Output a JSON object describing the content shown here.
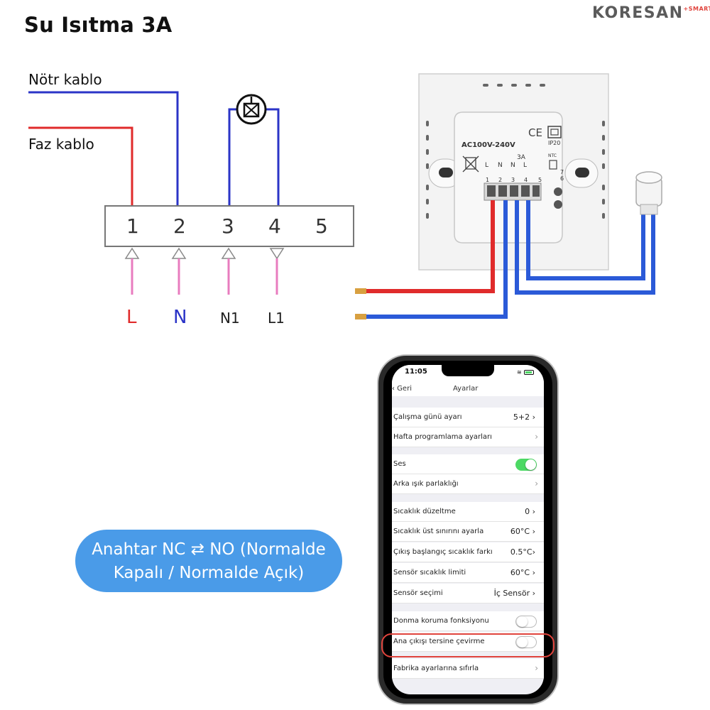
{
  "title": "Su Isıtma 3A",
  "brand": {
    "name": "KORESAN",
    "suffix": "+SMART"
  },
  "wires": {
    "neutral_label": "Nötr kablo",
    "phase_label": "Faz kablo"
  },
  "terminals": [
    "1",
    "2",
    "3",
    "4",
    "5"
  ],
  "terminal_letters": [
    "L",
    "N",
    "N1",
    "L1"
  ],
  "device": {
    "voltage": "AC100V-240V",
    "ampere": "3A",
    "ntc": "NTC",
    "ip": "IP20",
    "pin_letters": [
      "L",
      "N",
      "N",
      "L"
    ],
    "pin_numbers": [
      "1",
      "2",
      "3",
      "4",
      "5"
    ],
    "side_numbers": [
      "7",
      "6"
    ]
  },
  "phone": {
    "time": "11:05",
    "back_label": "‹ Geri",
    "screen_title": "Ayarlar",
    "rows": [
      {
        "label": "Çalışma günü ayarı",
        "value": "5+2 ›"
      },
      {
        "label": "Hafta programlama ayarları",
        "value": "›"
      },
      {
        "label": "Ses",
        "toggle": true
      },
      {
        "label": "Arka ışık parlaklığı",
        "value": "›"
      },
      {
        "label": "Sıcaklık düzeltme",
        "value": "0 ›"
      },
      {
        "label": "Sıcaklık üst sınırını ayarla",
        "value": "60°C ›"
      },
      {
        "label": "Çıkış başlangıç sıcaklık farkı",
        "value": "0.5°C›"
      },
      {
        "label": "Sensör sıcaklık limiti",
        "value": "60°C ›"
      },
      {
        "label": "Sensör seçimi",
        "value": "İç Sensör ›"
      },
      {
        "label": "Donma koruma fonksiyonu",
        "toggle": false
      },
      {
        "label": "Ana çıkışı tersine çevirme",
        "toggle": false
      },
      {
        "label": "Fabrika ayarlarına sıfırla",
        "value": "›"
      }
    ]
  },
  "callout": {
    "line1": "Anahtar NC ⇄ NO (Normalde",
    "line2": "Kapalı / Normalde Açık)"
  },
  "colors": {
    "red": "#e02b2b",
    "blue": "#2b34c7",
    "pink": "#e87cbf",
    "callout": "#4a9be8",
    "highlight": "#e0443d",
    "toggle_on": "#4cd964"
  }
}
